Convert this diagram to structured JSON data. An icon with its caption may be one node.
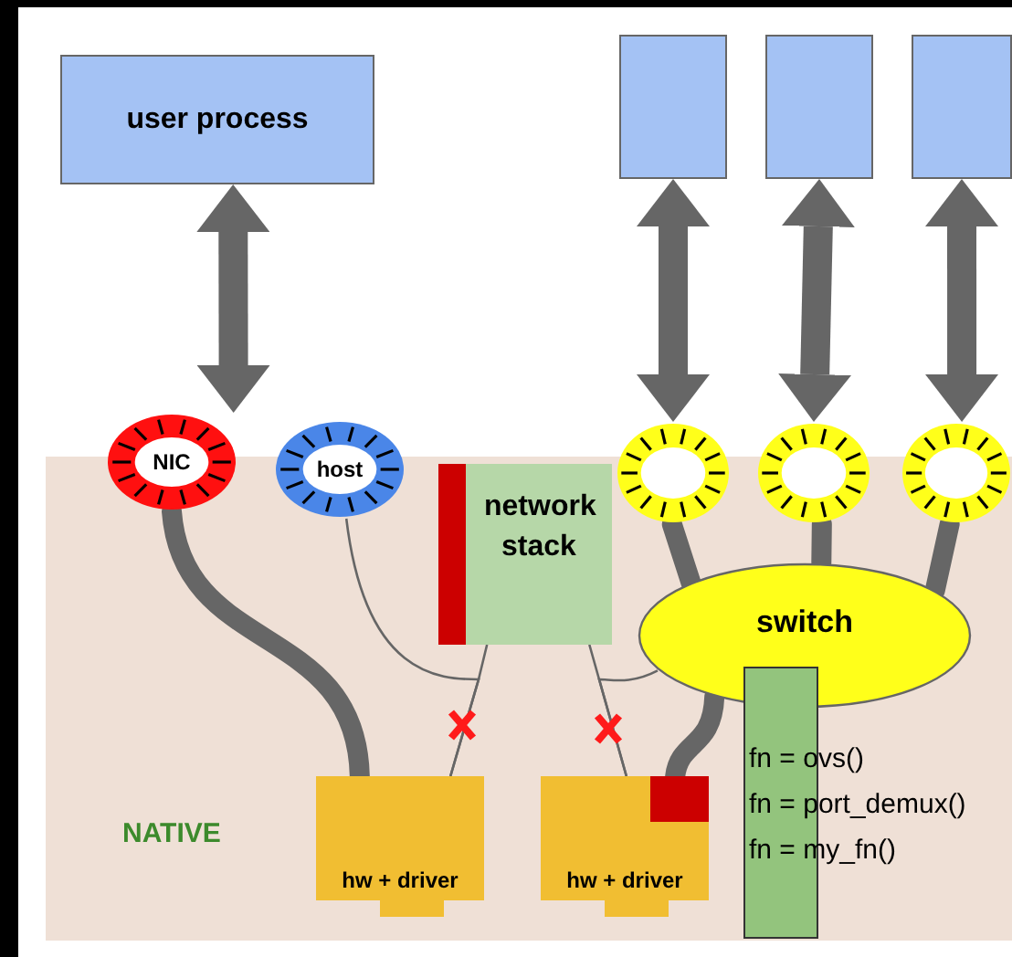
{
  "diagram": {
    "nodes": [
      {
        "text": [
          "user process"
        ]
      },
      {
        "text": [],
        "shape": "box"
      },
      {
        "text": [],
        "shape": "box"
      },
      {
        "text": [],
        "shape": "box"
      },
      {
        "text": [
          "NATIVE"
        ]
      },
      {
        "text": [
          "NIC"
        ]
      },
      {
        "text": [
          "host"
        ]
      },
      {
        "text": [
          "network stack"
        ],
        "in": 4
      },
      {
        "text": [],
        "shape": "circle"
      },
      {
        "text": [],
        "shape": "circle"
      },
      {
        "text": [],
        "shape": "circle"
      },
      {
        "text": [
          "switch"
        ],
        "in": 4
      },
      {
        "text": [
          "hw + driver"
        ],
        "in": 4
      },
      {
        "text": [
          "hw + driver"
        ],
        "in": 4
      },
      {
        "text": [
          "fn = ovs()",
          "fn = port_demux()",
          "fn = my_fn()"
        ],
        "in": 4
      }
    ],
    "edges": [
      {
        "from": 0,
        "to": 5,
        "arrow": "both"
      },
      {
        "from": 1,
        "to": 8,
        "arrow": "both"
      },
      {
        "from": 2,
        "to": 9,
        "arrow": "both"
      },
      {
        "from": 3,
        "to": 10,
        "arrow": "both"
      },
      {
        "from": 5,
        "to": 12,
        "arrow": "none"
      },
      {
        "from": 8,
        "to": 11,
        "arrow": "none"
      },
      {
        "from": 9,
        "to": 11,
        "arrow": "none"
      },
      {
        "from": 10,
        "to": 11,
        "arrow": "none"
      },
      {
        "from": 11,
        "to": 13,
        "arrow": "none"
      },
      {
        "from": 6,
        "to": 12,
        "arrow": "none"
      },
      {
        "from": 7,
        "to": 12,
        "arrow": "none"
      },
      {
        "from": 7,
        "to": 13,
        "arrow": "none"
      },
      {
        "from": 11,
        "to": 13,
        "arrow": "none"
      }
    ]
  }
}
